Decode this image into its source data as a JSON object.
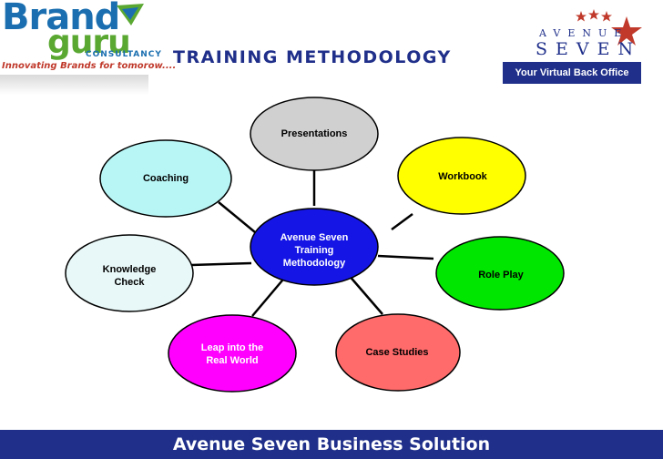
{
  "logo_left": {
    "line1": "Brand",
    "line2": "guru",
    "consultancy": "CONSULTANCY",
    "tagline": "Innovating Brands for tomorow....",
    "brand_blue": "#1b6fb0",
    "brand_green": "#5aa832"
  },
  "title": "TRAINING  METHODOLOGY",
  "logo_right": {
    "avenue": "AVENUE",
    "seven": "SEVEN",
    "tagline": "Your Virtual Back Office",
    "accent": "#c0392b",
    "navy": "#1f2f8a"
  },
  "diagram": {
    "center": {
      "label": "Avenue Seven Training Methodology",
      "lines": [
        "Avenue Seven",
        "Training",
        "Methodology"
      ],
      "color": "#1515e6"
    },
    "nodes": [
      {
        "id": "presentations",
        "label": "Presentations",
        "lines": [
          "Presentations"
        ],
        "color": "#d0d0d0"
      },
      {
        "id": "workbook",
        "label": "Workbook",
        "lines": [
          "Workbook"
        ],
        "color": "#ffff00"
      },
      {
        "id": "role-play",
        "label": "Role Play",
        "lines": [
          "Role Play"
        ],
        "color": "#00e600"
      },
      {
        "id": "case-studies",
        "label": "Case Studies",
        "lines": [
          "Case Studies"
        ],
        "color": "#ff6a6a"
      },
      {
        "id": "leap-into-real-world",
        "label": "Leap into the Real World",
        "lines": [
          "Leap into the",
          "Real World"
        ],
        "color": "#ff00ff"
      },
      {
        "id": "knowledge-check",
        "label": "Knowledge Check",
        "lines": [
          "Knowledge",
          "Check"
        ],
        "color": "#e8f7f7"
      },
      {
        "id": "coaching",
        "label": "Coaching",
        "lines": [
          "Coaching"
        ],
        "color": "#b8f5f5"
      }
    ]
  },
  "footer": {
    "text": "Avenue Seven Business Solution",
    "color": "#1f2f8a"
  }
}
